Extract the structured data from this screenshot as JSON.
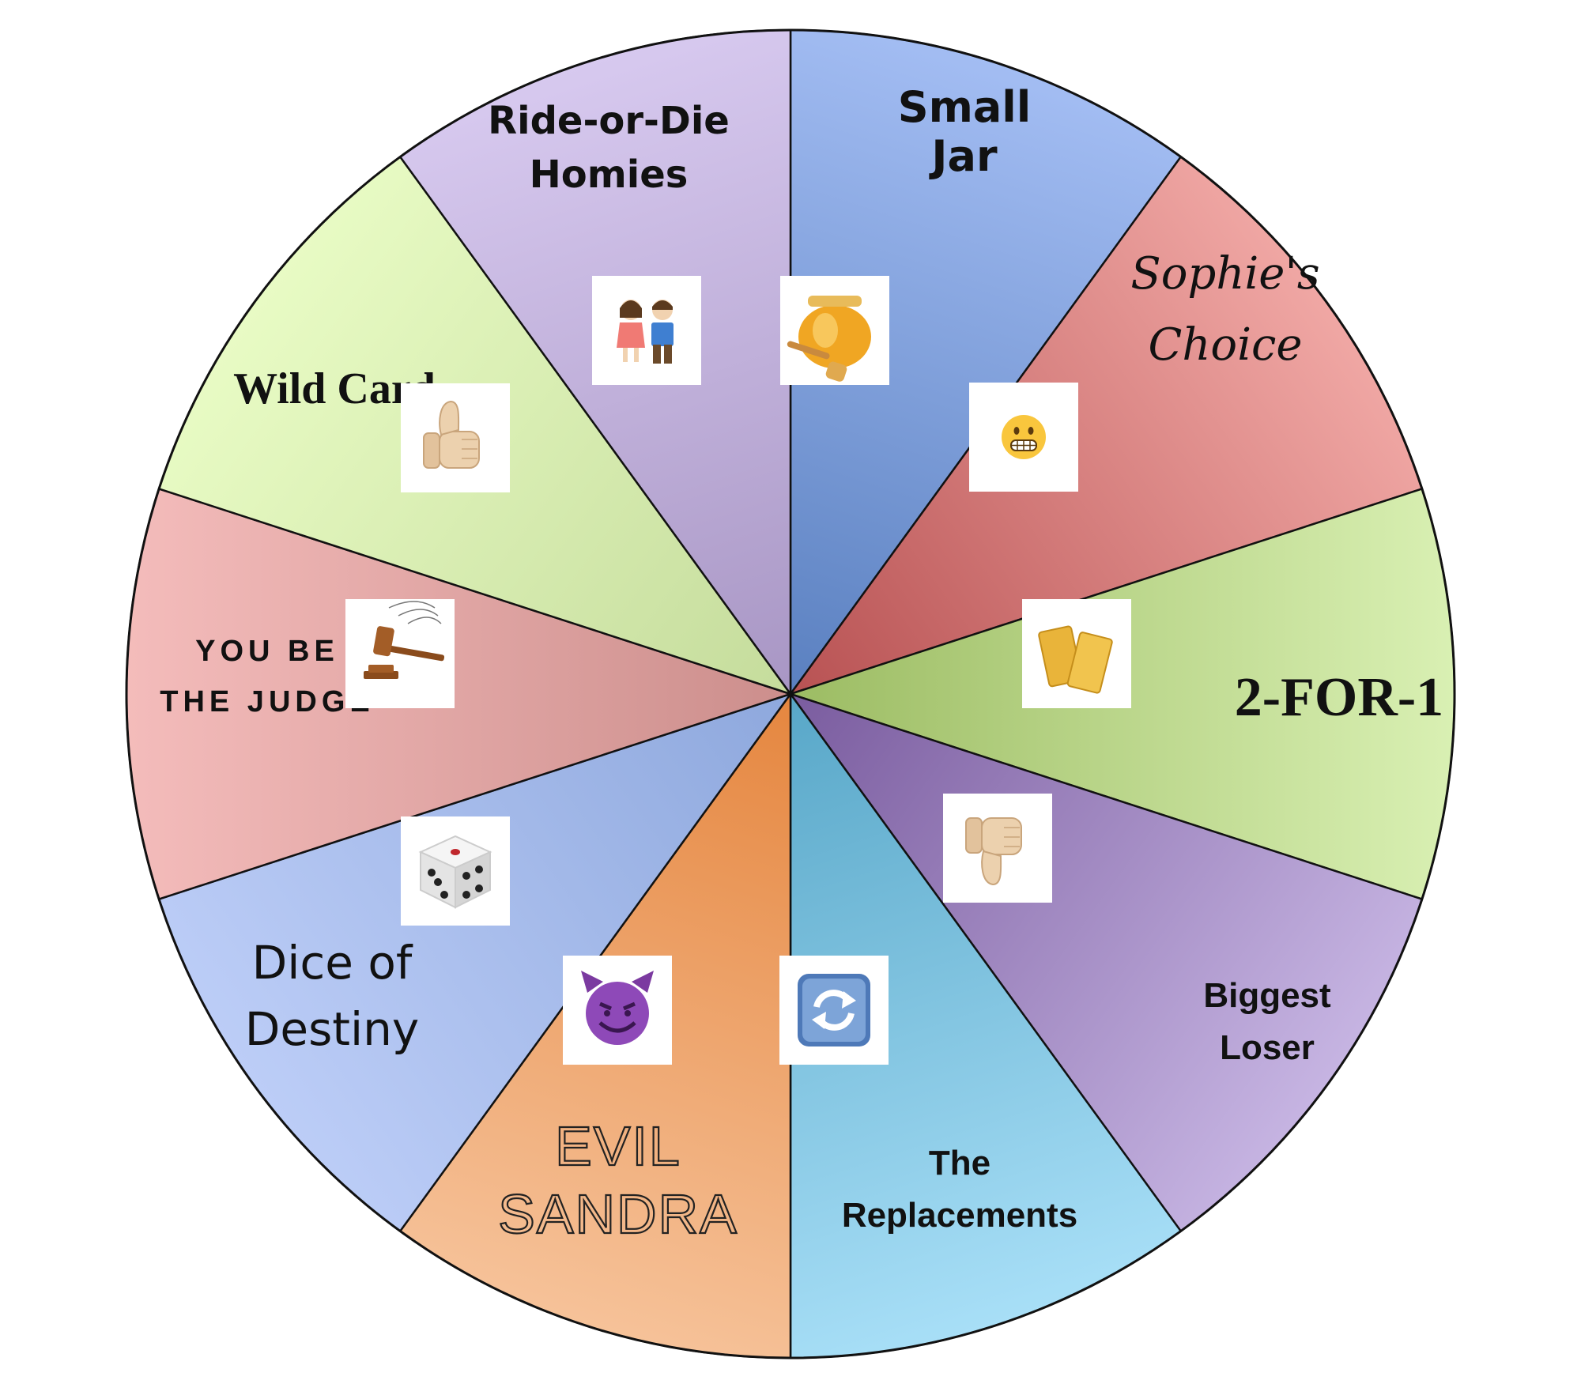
{
  "wheel": {
    "segments": [
      {
        "id": "small-jar",
        "lines": [
          "Small",
          "Jar"
        ],
        "font": "f-marker",
        "icon": "honey-pot-icon",
        "color_top": "#a3bdf3",
        "color_bottom": "#5a80c0"
      },
      {
        "id": "sophies-choice",
        "lines": [
          "Sophie's",
          "Choice"
        ],
        "font": "f-script",
        "icon": "grimacing-face-icon",
        "color_top": "#f0a7a4",
        "color_bottom": "#b85253"
      },
      {
        "id": "2-for-1",
        "lines": [
          "2-FOR-1"
        ],
        "font": "f-block",
        "icon": "admit-one-tickets-icon",
        "color_top": "#d9f0b3",
        "color_bottom": "#9cbc63"
      },
      {
        "id": "biggest-loser",
        "lines": [
          "Biggest",
          "Loser"
        ],
        "font": "f-bold-sm",
        "icon": "thumbs-down-icon",
        "color_top": "#c6b4e2",
        "color_bottom": "#7a5c9f"
      },
      {
        "id": "the-replacements",
        "lines": [
          "The",
          "Replacements"
        ],
        "font": "f-bold-sm",
        "icon": "arrows-cycle-icon",
        "color_top": "#a8dff7",
        "color_bottom": "#58a7c8"
      },
      {
        "id": "evil-sandra",
        "lines": [
          "EVIL",
          "SANDRA"
        ],
        "font": "f-deco",
        "icon": "smiling-devil-icon",
        "color_top": "#f6c299",
        "color_bottom": "#e5863f"
      },
      {
        "id": "dice-of-destiny",
        "lines": [
          "Dice of",
          "Destiny"
        ],
        "font": "f-plain",
        "icon": "dice-icon",
        "color_top": "#bccdf7",
        "color_bottom": "#8ea8dd"
      },
      {
        "id": "you-be-the-judge",
        "lines": [
          "YOU BE",
          "THE JUDGE"
        ],
        "font": "f-caps",
        "icon": "gavel-icon",
        "color_top": "#f4bcbb",
        "color_bottom": "#cc8e8c"
      },
      {
        "id": "wild-card",
        "lines": [
          "Wild Card"
        ],
        "font": "f-serif-b",
        "icon": "thumbs-up-icon",
        "color_top": "#e8fbc4",
        "color_bottom": "#c5dc9c"
      },
      {
        "id": "ride-or-die",
        "lines": [
          "Ride-or-Die",
          "Homies"
        ],
        "font": "f-rounded",
        "icon": "couple-holding-hands-icon",
        "color_top": "#d7c9ef",
        "color_bottom": "#a896c4"
      }
    ]
  }
}
